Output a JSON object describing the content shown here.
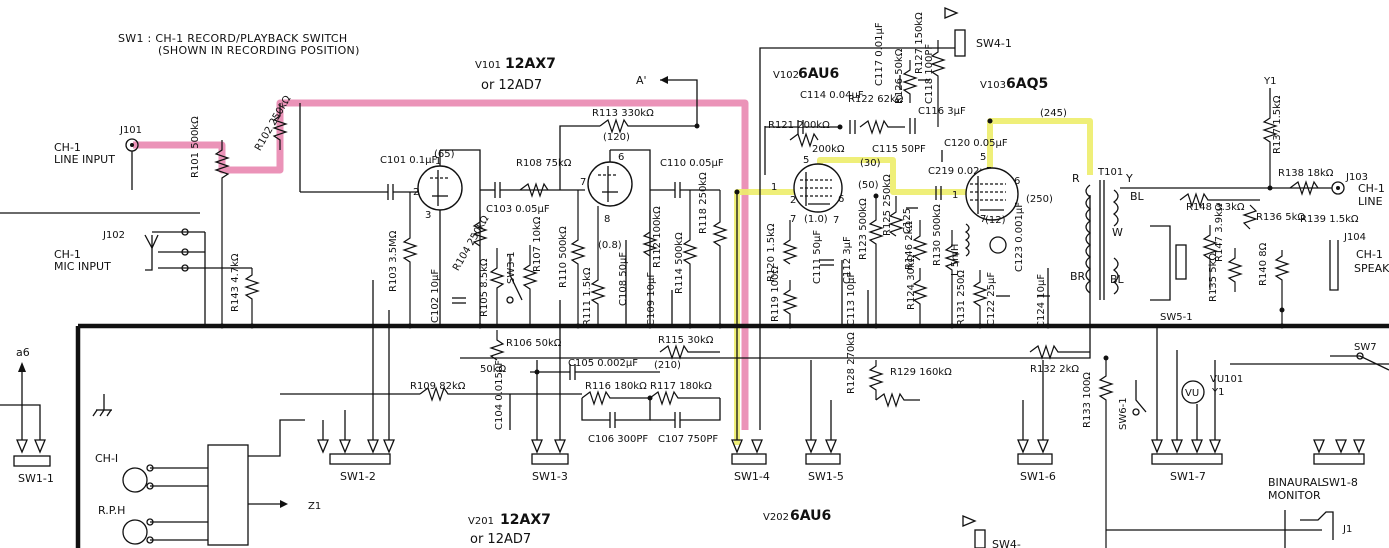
{
  "note": {
    "line1": "SW1 : CH-1 RECORD/PLAYBACK SWITCH",
    "line2": "(SHOWN IN RECORDING POSITION)"
  },
  "tubes": {
    "v101": {
      "ref": "V101",
      "type": "12AX7",
      "alt": "or 12AD7"
    },
    "v102": {
      "ref": "V102",
      "type": "6AU6"
    },
    "v103": {
      "ref": "V103",
      "type": "6AQ5"
    },
    "v201": {
      "ref": "V201",
      "type": "12AX7",
      "alt": "or 12AD7"
    },
    "v202": {
      "ref": "V202",
      "type": "6AU6"
    }
  },
  "jacks": {
    "j101": {
      "ref": "J101",
      "label1": "CH-1",
      "label2": "LINE INPUT"
    },
    "j102": {
      "ref": "J102",
      "label1": "CH-1",
      "label2": "MIC INPUT"
    },
    "j103": {
      "ref": "J103",
      "label1": "CH-1",
      "label2": "LINE"
    },
    "j104": {
      "ref": "J104",
      "label1": "CH-1",
      "label2": "SPEAK"
    },
    "j1": {
      "ref": "J1",
      "label1": "BINAURAL",
      "label2": "MONITOR"
    }
  },
  "components": {
    "r101": "R101 500kΩ",
    "r102": "R102 250kΩ",
    "r143": "R143 4.7kΩ",
    "r103": "R103 3.5MΩ",
    "c101": "C101 0.1μF",
    "c102": "C102 10μF",
    "r104": "R104 250kΩ",
    "r105": "R105 8.5kΩ",
    "c103": "C103 0.05μF",
    "r108": "R108 75kΩ",
    "r107": "R107 10kΩ",
    "sw3": "SW3-1",
    "r113": "R113 330kΩ",
    "r110": "R110 500kΩ",
    "r111": "R111 1.5kΩ",
    "c108": "C108 50μF",
    "c110": "C110 0.05μF",
    "r112": "R112 100kΩ",
    "r114": "R114 500kΩ",
    "c109": "C109 10μF",
    "r118": "R118 250kΩ",
    "r106": "R106 50kΩ",
    "r115": "R115 30kΩ",
    "c105": "C105 0.002μF",
    "r109": "R109 82kΩ",
    "c104": "C104 0.015μF",
    "r116": "R116 180kΩ",
    "r117": "R117 180kΩ",
    "c106": "C106 300PF",
    "c107": "C107 750PF",
    "c114": "C114 0.04μF",
    "r121": "R121 200kΩ",
    "r122": "R122 62kΩ",
    "c115": "C115 50PF",
    "c116": "C116 3μF",
    "c117": "C117 0.01μF",
    "r126": "R126 50kΩ",
    "r127": "R127 150kΩ",
    "c118": "C118 100PF",
    "r120": "R120 1.5kΩ",
    "c111": "C111 50μF",
    "r119": "R119 100Ω",
    "r123": "R123 500kΩ",
    "r125": "R125 250kΩ",
    "c125": "C125",
    "r146": "R146 2kΩ",
    "c112": "C112 3μF",
    "c113": "C113 10μF",
    "r124": "R124 30kΩ",
    "c120": "C120 0.05μF",
    "c219": "C219 0.02μF",
    "r130": "R130 500kΩ",
    "l": "L 5mH",
    "c123": "C123 0.001μF",
    "r131": "R131 250Ω",
    "c122": "C122 25μF",
    "c124": "C124 10μF",
    "r128": "R128 270kΩ",
    "r129": "R129 160kΩ",
    "r132": "R132 2kΩ",
    "r133": "R133 100Ω",
    "r137": "R137 1.5kΩ",
    "r138": "R138 18kΩ",
    "r148": "R148 3.3kΩ",
    "r136": "R136 5kΩ",
    "r139": "R139 1.5kΩ",
    "r147": "R147 3.9kΩ",
    "r135": "R135 5kΩ",
    "r140": "R140 8Ω",
    "t101": "T101",
    "vu": "VU101",
    "sw5": "SW5-1",
    "sw6": "SW6-1",
    "sw7": "SW7"
  },
  "voltages": {
    "v65": "(65)",
    "v120": "(120)",
    "v08": "(0.8)",
    "v210": "(210)",
    "v10": "(1.0)",
    "v30": "(30)",
    "v50": "(50)",
    "v12": "(12)",
    "v245": "(245)",
    "v250": "(250)"
  },
  "switches": [
    "SW1-1",
    "SW1-2",
    "SW1-3",
    "SW1-4",
    "SW1-5",
    "SW1-6",
    "SW1-7",
    "SW1-8",
    "SW4-1",
    "SW4-"
  ],
  "signals": {
    "a_prime": "A'",
    "a6": "a6",
    "y1_top": "Y1",
    "y1_vu": "Y1",
    "z1": "Z1",
    "ch1_left": "CH-I",
    "rph": "R.P.H",
    "r_tr": "R",
    "y_tr": "Y",
    "bl1": "BL",
    "w": "W",
    "bl2": "BL",
    "br": "BR",
    "vu_sym": "VU"
  },
  "colors": {
    "highlight_signal_in": "#e46fa0",
    "highlight_signal_out": "#eded6a",
    "ink": "#111111"
  }
}
